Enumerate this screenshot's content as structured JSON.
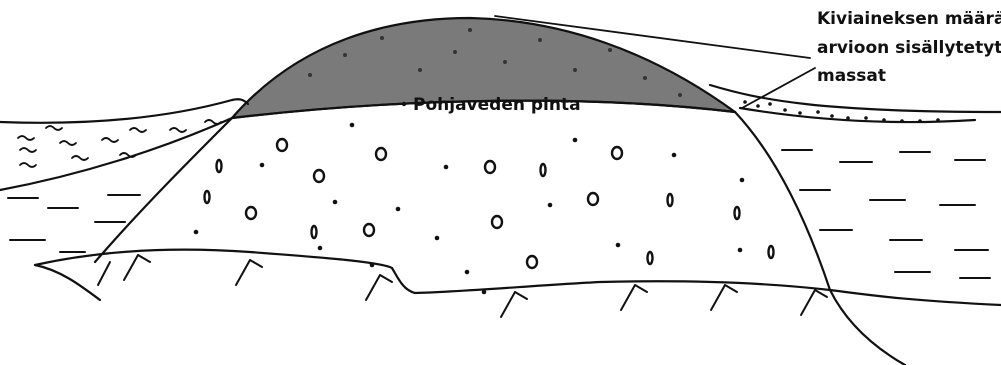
{
  "labels": {
    "estimate_line1": "Kiviaineksen määrä-",
    "estimate_line2": "arvioon sisällytetyt",
    "estimate_line3": "massat",
    "groundwater": "Pohjaveden pinta"
  },
  "colors": {
    "estimated_mass_fill": "#7a7a7a",
    "line": "#111111",
    "background": "#ffffff"
  }
}
